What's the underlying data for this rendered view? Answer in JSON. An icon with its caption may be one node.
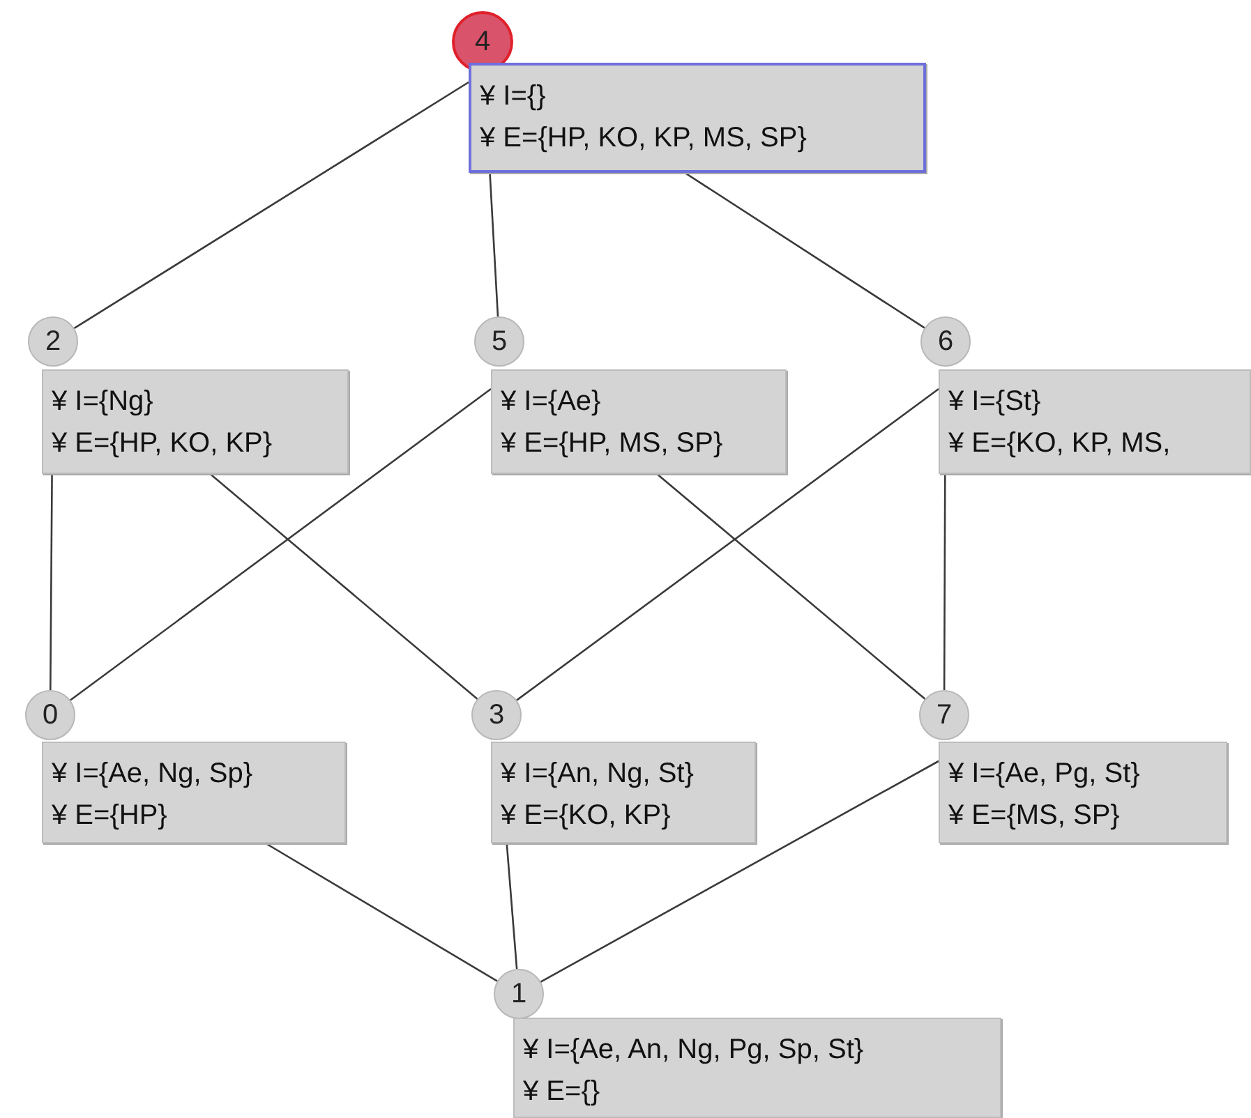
{
  "diagram": {
    "nodes": [
      {
        "text": [
          "4"
        ]
      },
      {
        "text": [
          "¥ I={}",
          "¥ E={HP, KO, KP, MS, SP}"
        ]
      },
      {
        "text": [
          "2"
        ]
      },
      {
        "text": [
          "¥ I={Ng}",
          "¥ E={HP, KO, KP}"
        ]
      },
      {
        "text": [
          "5"
        ]
      },
      {
        "text": [
          "¥ I={Ae}",
          "¥ E={HP, MS, SP}"
        ]
      },
      {
        "text": [
          "6"
        ]
      },
      {
        "text": [
          "¥ I={St}",
          "¥ E={KO, KP, MS,"
        ]
      },
      {
        "text": [
          "0"
        ]
      },
      {
        "text": [
          "¥ I={Ae, Ng, Sp}",
          "¥ E={HP}"
        ]
      },
      {
        "text": [
          "3"
        ]
      },
      {
        "text": [
          "¥ I={An, Ng, St}",
          "¥ E={KO, KP}"
        ]
      },
      {
        "text": [
          "7"
        ]
      },
      {
        "text": [
          "¥ I={Ae, Pg, St}",
          "¥ E={MS, SP}"
        ]
      },
      {
        "text": [
          "1"
        ]
      },
      {
        "text": [
          "¥ I={Ae, An, Ng, Pg, Sp, St}",
          "¥ E={}"
        ]
      }
    ],
    "edges": [
      {
        "from": 1,
        "to": 2,
        "arrow": "none"
      },
      {
        "from": 1,
        "to": 4,
        "arrow": "none"
      },
      {
        "from": 1,
        "to": 6,
        "arrow": "none"
      },
      {
        "from": 3,
        "to": 8,
        "arrow": "none"
      },
      {
        "from": 3,
        "to": 10,
        "arrow": "none"
      },
      {
        "from": 5,
        "to": 8,
        "arrow": "none"
      },
      {
        "from": 5,
        "to": 12,
        "arrow": "none"
      },
      {
        "from": 7,
        "to": 10,
        "arrow": "none"
      },
      {
        "from": 7,
        "to": 12,
        "arrow": "none"
      },
      {
        "from": 9,
        "to": 14,
        "arrow": "none"
      },
      {
        "from": 11,
        "to": 14,
        "arrow": "none"
      },
      {
        "from": 13,
        "to": 14,
        "arrow": "none"
      }
    ]
  }
}
